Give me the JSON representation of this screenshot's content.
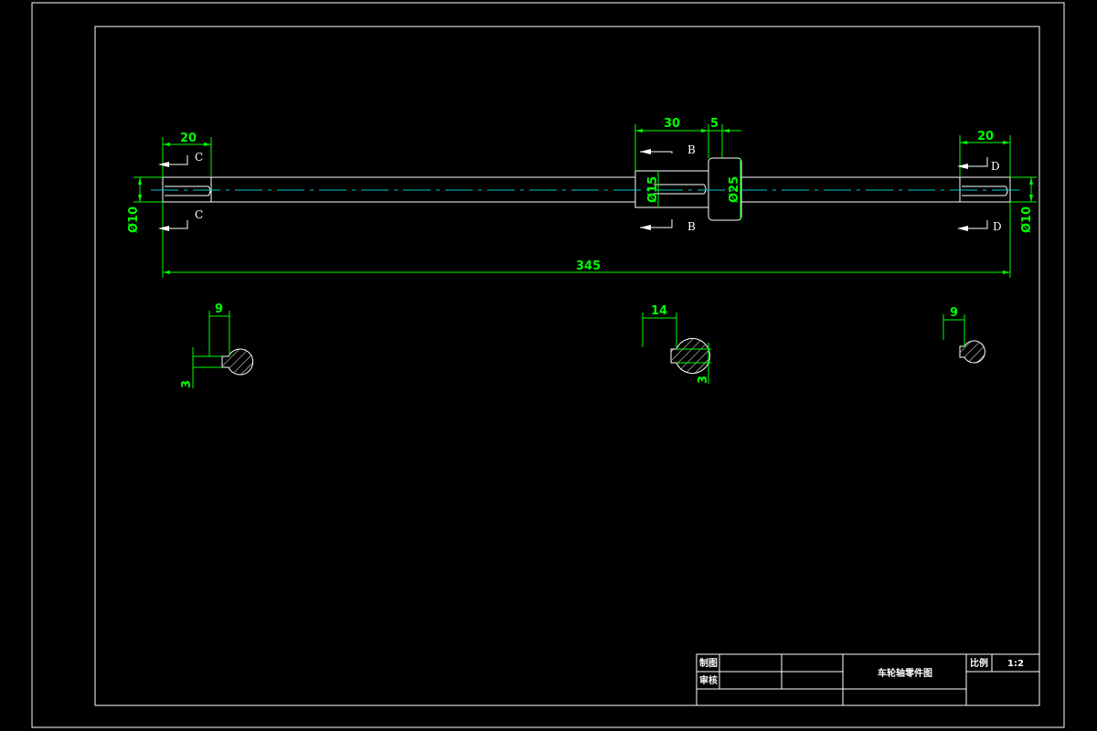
{
  "colors": {
    "background": "#000000",
    "outline": "#ffffff",
    "dimension": "#00ff00",
    "centerline": "#00cccc",
    "hatch": "#ffffff"
  },
  "dimensions": {
    "left_key_length": "20",
    "hub_length": "30",
    "collar_length": "5",
    "right_key_length": "20",
    "overall_length": "345",
    "left_diameter": "Ø10",
    "hub_diameter": "Ø15",
    "collar_diameter": "Ø25",
    "right_diameter": "Ø10",
    "section_c_width": "9",
    "section_c_depth": "3",
    "section_b_width": "14",
    "section_b_depth": "3",
    "section_d_width": "9"
  },
  "section_labels": {
    "c": "C",
    "b": "B",
    "d": "D"
  },
  "title_block": {
    "drawn_label": "制图",
    "checked_label": "审核",
    "title": "车轮轴零件图",
    "scale_label": "比例",
    "scale_value": "1:2"
  }
}
